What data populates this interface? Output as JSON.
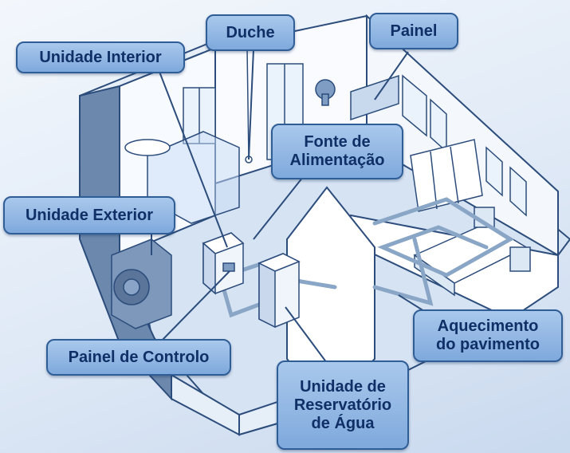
{
  "labels": {
    "indoor_unit": "Unidade Interior",
    "shower": "Duche",
    "panel": "Painel",
    "power_supply": "Fonte de\nAlimentação",
    "outdoor_unit": "Unidade Exterior",
    "control_panel": "Painel de Controlo",
    "water_tank_unit": "Unidade de\nReservatório\nde Água",
    "floor_heating": "Aquecimento\ndo pavimento"
  },
  "colors": {
    "callout_fill": "#8fb6e4",
    "callout_border": "#2f5d96",
    "callout_text": "#0f2f66",
    "house_stroke": "#2c4d7c",
    "house_wall": "#ffffff",
    "house_floor": "#d6e3f3",
    "pipe": "#8aa6c6"
  }
}
